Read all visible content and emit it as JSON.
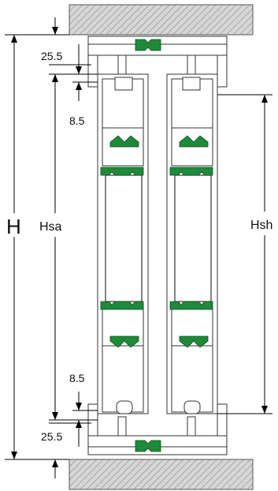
{
  "dimensions": {
    "total_height": "H",
    "sash_height": "Hsa",
    "sash_height_2": "Hsh",
    "top_offset": "25.5",
    "top_overlap": "8.5",
    "bottom_overlap": "8.5",
    "bottom_offset": "25.5"
  },
  "colors": {
    "gasket": "#1f8a3a",
    "wall_hatch": "#bdbdbd",
    "outline": "#333333"
  }
}
